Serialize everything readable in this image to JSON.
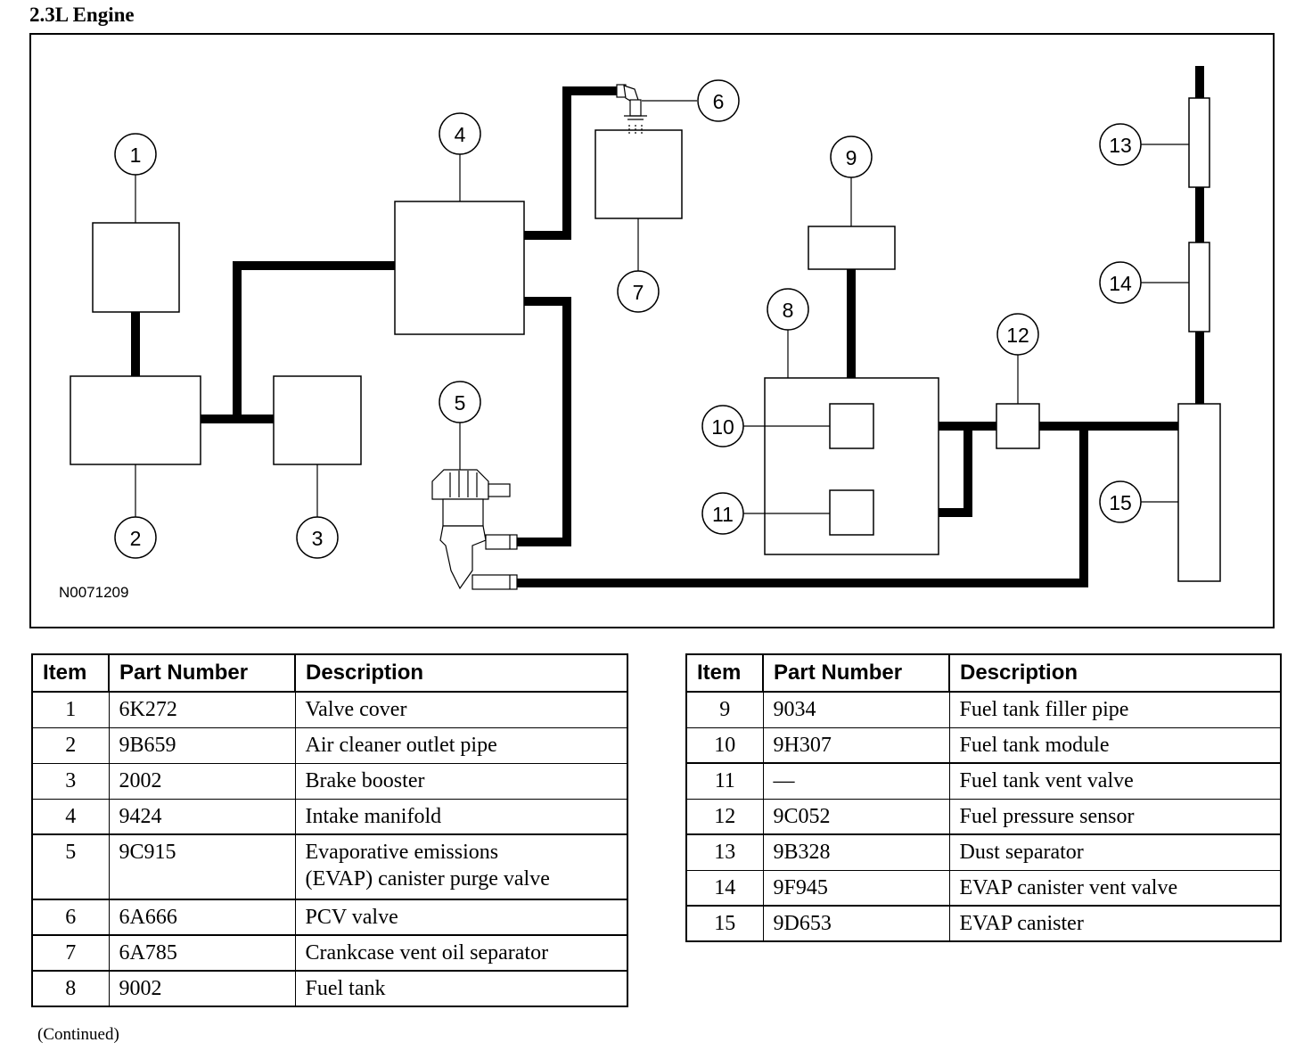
{
  "title": "2.3L Engine",
  "figure_ref": "N0071209",
  "callouts": [
    "1",
    "2",
    "3",
    "4",
    "5",
    "6",
    "7",
    "8",
    "9",
    "10",
    "11",
    "12",
    "13",
    "14",
    "15"
  ],
  "table_headers": {
    "item": "Item",
    "part_number": "Part Number",
    "description": "Description"
  },
  "table_left": [
    {
      "item": "1",
      "part": "6K272",
      "desc": "Valve cover"
    },
    {
      "item": "2",
      "part": "9B659",
      "desc": "Air cleaner outlet pipe"
    },
    {
      "item": "3",
      "part": "2002",
      "desc": "Brake booster"
    },
    {
      "item": "4",
      "part": "9424",
      "desc": "Intake manifold"
    },
    {
      "item": "5",
      "part": "9C915",
      "desc": "Evaporative emissions",
      "desc2": "(EVAP) canister purge valve"
    },
    {
      "item": "6",
      "part": "6A666",
      "desc": "PCV valve"
    },
    {
      "item": "7",
      "part": "6A785",
      "desc": "Crankcase vent oil separator"
    },
    {
      "item": "8",
      "part": "9002",
      "desc": "Fuel tank"
    }
  ],
  "table_right": [
    {
      "item": "9",
      "part": "9034",
      "desc": "Fuel tank filler pipe"
    },
    {
      "item": "10",
      "part": "9H307",
      "desc": "Fuel tank module"
    },
    {
      "item": "11",
      "part": "—",
      "desc": "Fuel tank vent valve"
    },
    {
      "item": "12",
      "part": "9C052",
      "desc": "Fuel pressure sensor"
    },
    {
      "item": "13",
      "part": "9B328",
      "desc": "Dust separator"
    },
    {
      "item": "14",
      "part": "9F945",
      "desc": "EVAP canister vent valve"
    },
    {
      "item": "15",
      "part": "9D653",
      "desc": "EVAP canister"
    }
  ],
  "continued": "(Continued)"
}
